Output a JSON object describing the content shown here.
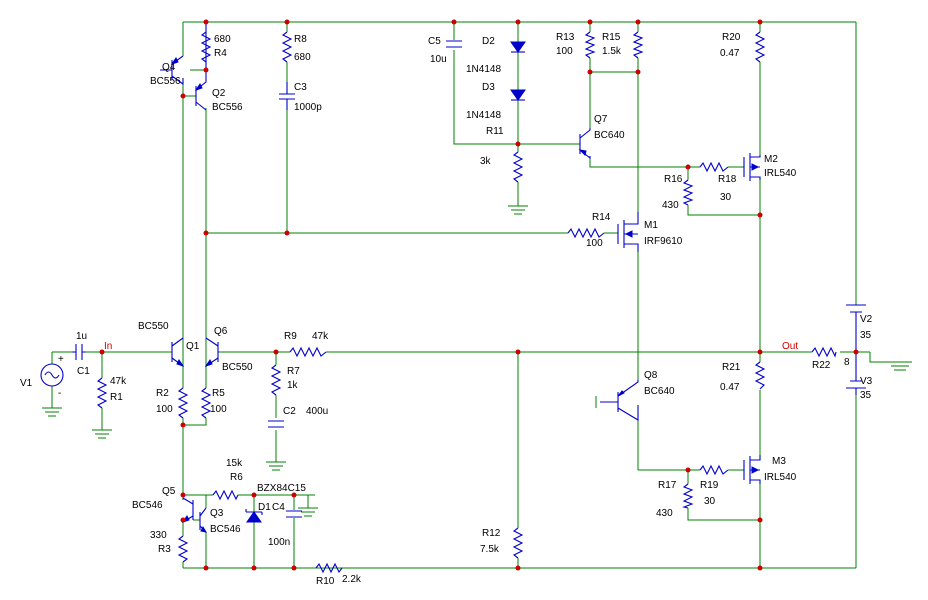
{
  "colors": {
    "wire": "#008000",
    "component": "#0000cc",
    "junction": "#cc0000",
    "text": "#000000"
  },
  "nodes": {
    "in": "In",
    "out": "Out"
  },
  "source": {
    "name": "V1",
    "plus": "+",
    "minus": "-"
  },
  "supplies": [
    {
      "name": "V2",
      "value": "35"
    },
    {
      "name": "V3",
      "value": "35"
    }
  ],
  "transistors": [
    {
      "name": "Q1",
      "part": "BC550"
    },
    {
      "name": "Q2",
      "part": "BC556"
    },
    {
      "name": "Q3",
      "part": "BC546"
    },
    {
      "name": "Q4",
      "part": "BC556"
    },
    {
      "name": "Q5",
      "part": "BC546"
    },
    {
      "name": "Q6",
      "part": "BC550"
    },
    {
      "name": "Q7",
      "part": "BC640"
    },
    {
      "name": "Q8",
      "part": "BC640"
    }
  ],
  "mosfets": [
    {
      "name": "M1",
      "part": "IRF9610"
    },
    {
      "name": "M2",
      "part": "IRL540"
    },
    {
      "name": "M3",
      "part": "IRL540"
    }
  ],
  "diodes": [
    {
      "name": "D1",
      "part": "BZX84C15"
    },
    {
      "name": "D2",
      "part": "1N4148"
    },
    {
      "name": "D3",
      "part": "1N4148"
    }
  ],
  "capacitors": [
    {
      "name": "C1",
      "value": "1u"
    },
    {
      "name": "C2",
      "value": "400u"
    },
    {
      "name": "C3",
      "value": "1000p"
    },
    {
      "name": "C4",
      "value": "100n"
    },
    {
      "name": "C5",
      "value": "10u"
    }
  ],
  "resistors": [
    {
      "name": "R1",
      "value": "47k"
    },
    {
      "name": "R2",
      "value": "100"
    },
    {
      "name": "R3",
      "value": "330"
    },
    {
      "name": "R4",
      "value": "680"
    },
    {
      "name": "R5",
      "value": "100"
    },
    {
      "name": "R6",
      "value": "15k"
    },
    {
      "name": "R7",
      "value": "1k"
    },
    {
      "name": "R8",
      "value": "680"
    },
    {
      "name": "R9",
      "value": "47k"
    },
    {
      "name": "R10",
      "value": "2.2k"
    },
    {
      "name": "R11",
      "value": "3k"
    },
    {
      "name": "R12",
      "value": "7.5k"
    },
    {
      "name": "R13",
      "value": "100"
    },
    {
      "name": "R14",
      "value": "100"
    },
    {
      "name": "R15",
      "value": "1.5k"
    },
    {
      "name": "R16",
      "value": "430"
    },
    {
      "name": "R17",
      "value": "430"
    },
    {
      "name": "R18",
      "value": "30"
    },
    {
      "name": "R19",
      "value": "30"
    },
    {
      "name": "R20",
      "value": "0.47"
    },
    {
      "name": "R21",
      "value": "0.47"
    },
    {
      "name": "R22",
      "value": "8"
    }
  ]
}
